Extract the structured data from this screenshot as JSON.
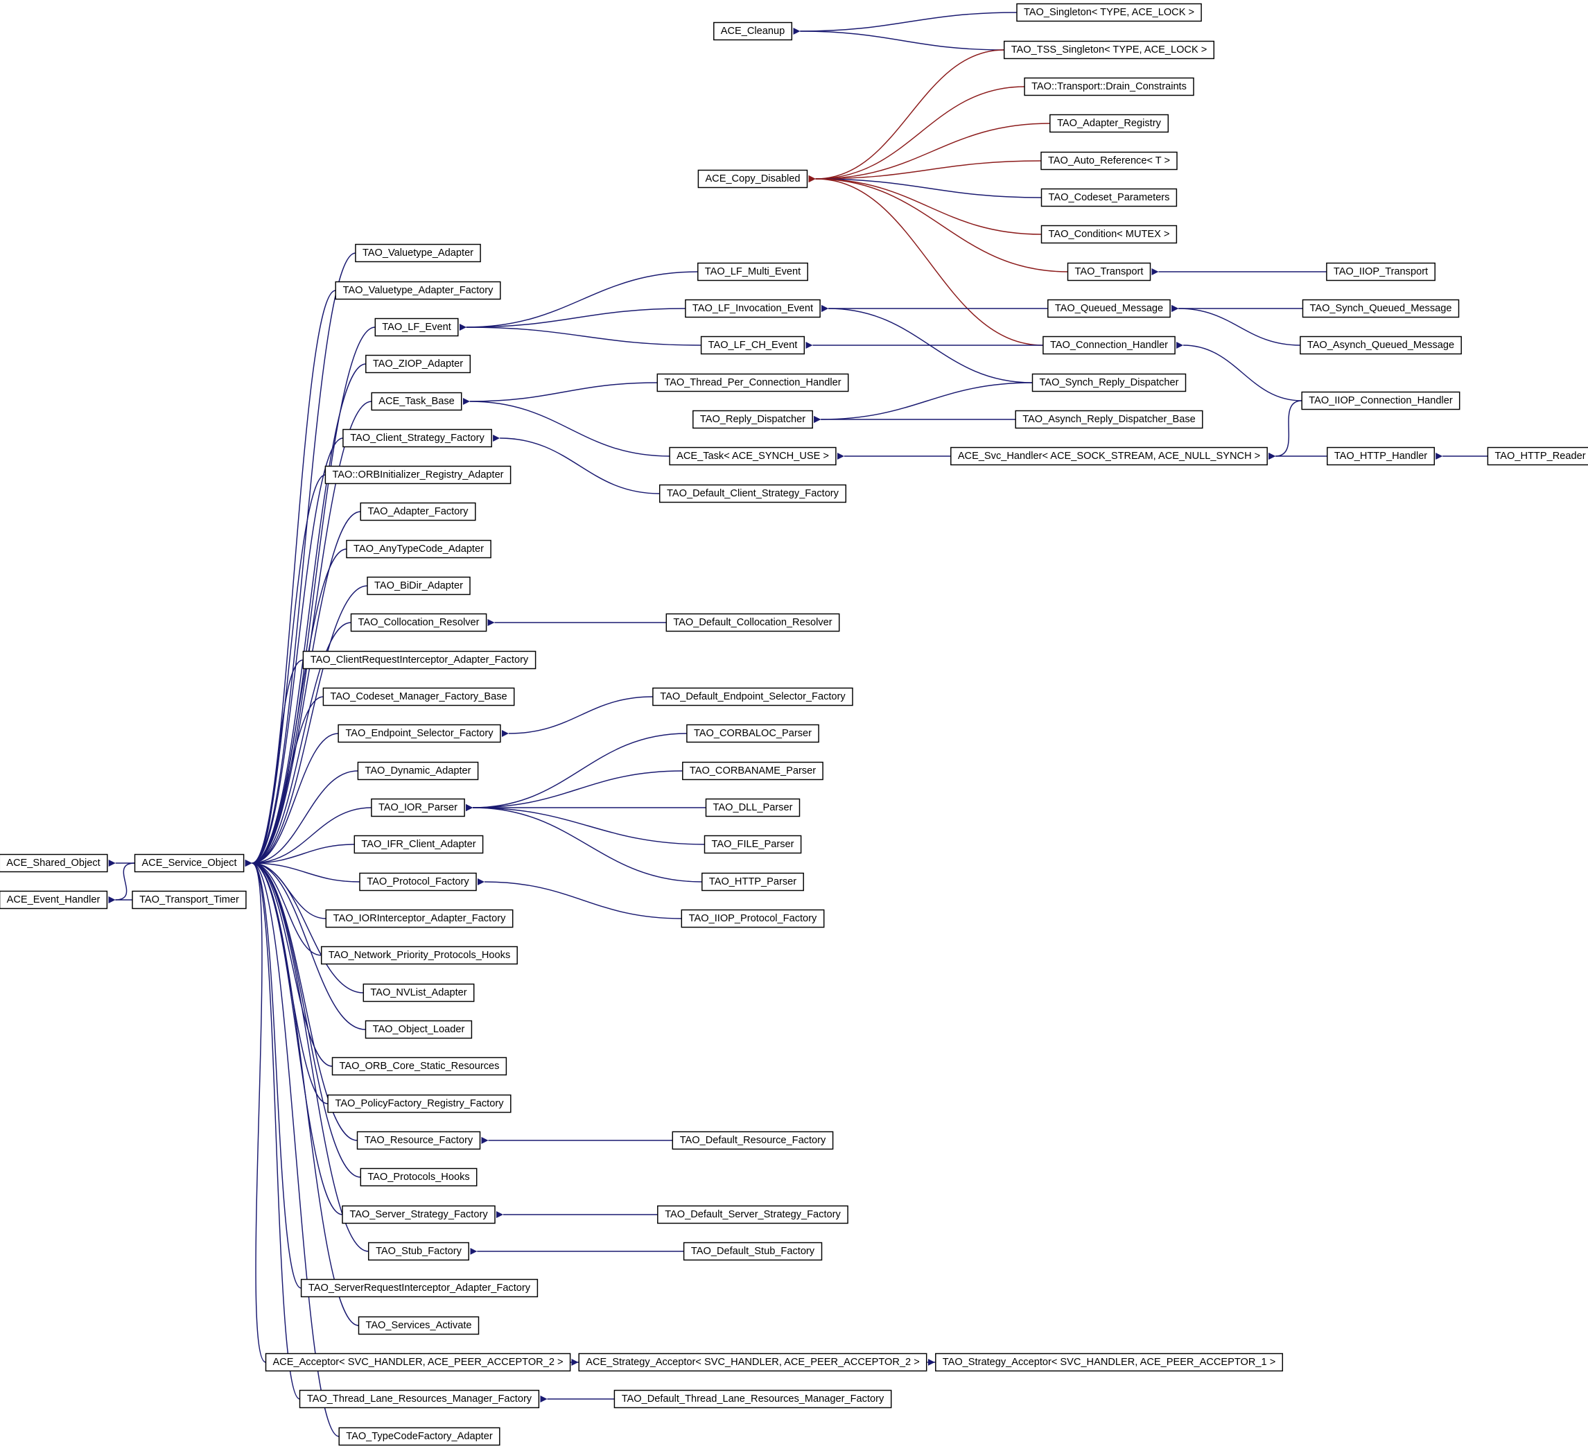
{
  "colors": {
    "inherit": "#191970",
    "friend": "#8b1a1a",
    "box_border": "#000000",
    "background": "#ffffff"
  },
  "nodes": [
    {
      "id": "ace_shared_object",
      "label": "ACE_Shared_Object"
    },
    {
      "id": "ace_event_handler",
      "label": "ACE_Event_Handler"
    },
    {
      "id": "ace_service_object",
      "label": "ACE_Service_Object"
    },
    {
      "id": "tao_transport_timer",
      "label": "TAO_Transport_Timer"
    },
    {
      "id": "tao_valuetype_adapter",
      "label": "TAO_Valuetype_Adapter"
    },
    {
      "id": "tao_valuetype_adapter_factory",
      "label": "TAO_Valuetype_Adapter_Factory"
    },
    {
      "id": "tao_lf_event",
      "label": "TAO_LF_Event"
    },
    {
      "id": "tao_ziop_adapter",
      "label": "TAO_ZIOP_Adapter"
    },
    {
      "id": "ace_task_base",
      "label": "ACE_Task_Base"
    },
    {
      "id": "tao_client_strategy_factory",
      "label": "TAO_Client_Strategy_Factory"
    },
    {
      "id": "tao_orbinitializer_registry_adapter",
      "label": "TAO::ORBInitializer_Registry_Adapter"
    },
    {
      "id": "tao_adapter_factory",
      "label": "TAO_Adapter_Factory"
    },
    {
      "id": "tao_anytypecode_adapter",
      "label": "TAO_AnyTypeCode_Adapter"
    },
    {
      "id": "tao_bidir_adapter",
      "label": "TAO_BiDir_Adapter"
    },
    {
      "id": "tao_collocation_resolver",
      "label": "TAO_Collocation_Resolver"
    },
    {
      "id": "tao_clientrequestinterceptor_adapter_factory",
      "label": "TAO_ClientRequestInterceptor_Adapter_Factory"
    },
    {
      "id": "tao_codeset_manager_factory_base",
      "label": "TAO_Codeset_Manager_Factory_Base"
    },
    {
      "id": "tao_endpoint_selector_factory",
      "label": "TAO_Endpoint_Selector_Factory"
    },
    {
      "id": "tao_dynamic_adapter",
      "label": "TAO_Dynamic_Adapter"
    },
    {
      "id": "tao_ior_parser",
      "label": "TAO_IOR_Parser"
    },
    {
      "id": "tao_ifr_client_adapter",
      "label": "TAO_IFR_Client_Adapter"
    },
    {
      "id": "tao_protocol_factory",
      "label": "TAO_Protocol_Factory"
    },
    {
      "id": "tao_iorinterceptor_adapter_factory",
      "label": "TAO_IORInterceptor_Adapter_Factory"
    },
    {
      "id": "tao_network_priority_protocols_hooks",
      "label": "TAO_Network_Priority_Protocols_Hooks"
    },
    {
      "id": "tao_nvlist_adapter",
      "label": "TAO_NVList_Adapter"
    },
    {
      "id": "tao_object_loader",
      "label": "TAO_Object_Loader"
    },
    {
      "id": "tao_orb_core_static_resources",
      "label": "TAO_ORB_Core_Static_Resources"
    },
    {
      "id": "tao_policyfactory_registry_factory",
      "label": "TAO_PolicyFactory_Registry_Factory"
    },
    {
      "id": "tao_resource_factory",
      "label": "TAO_Resource_Factory"
    },
    {
      "id": "tao_protocols_hooks",
      "label": "TAO_Protocols_Hooks"
    },
    {
      "id": "tao_server_strategy_factory",
      "label": "TAO_Server_Strategy_Factory"
    },
    {
      "id": "tao_stub_factory",
      "label": "TAO_Stub_Factory"
    },
    {
      "id": "tao_serverrequestinterceptor_adapter_factory",
      "label": "TAO_ServerRequestInterceptor_Adapter_Factory"
    },
    {
      "id": "tao_services_activate",
      "label": "TAO_Services_Activate"
    },
    {
      "id": "ace_acceptor",
      "label": "ACE_Acceptor< SVC_HANDLER, ACE_PEER_ACCEPTOR_2 >"
    },
    {
      "id": "tao_thread_lane_resources_manager_factory",
      "label": "TAO_Thread_Lane_Resources_Manager_Factory"
    },
    {
      "id": "tao_typecodefactory_adapter",
      "label": "TAO_TypeCodeFactory_Adapter"
    },
    {
      "id": "ace_cleanup",
      "label": "ACE_Cleanup"
    },
    {
      "id": "ace_copy_disabled",
      "label": "ACE_Copy_Disabled"
    },
    {
      "id": "tao_lf_multi_event",
      "label": "TAO_LF_Multi_Event"
    },
    {
      "id": "tao_lf_invocation_event",
      "label": "TAO_LF_Invocation_Event"
    },
    {
      "id": "tao_lf_ch_event",
      "label": "TAO_LF_CH_Event"
    },
    {
      "id": "tao_thread_per_connection_handler",
      "label": "TAO_Thread_Per_Connection_Handler"
    },
    {
      "id": "tao_reply_dispatcher",
      "label": "TAO_Reply_Dispatcher"
    },
    {
      "id": "ace_task",
      "label": "ACE_Task< ACE_SYNCH_USE >"
    },
    {
      "id": "tao_default_client_strategy_factory",
      "label": "TAO_Default_Client_Strategy_Factory"
    },
    {
      "id": "tao_default_collocation_resolver",
      "label": "TAO_Default_Collocation_Resolver"
    },
    {
      "id": "tao_default_endpoint_selector_factory",
      "label": "TAO_Default_Endpoint_Selector_Factory"
    },
    {
      "id": "tao_corbaloc_parser",
      "label": "TAO_CORBALOC_Parser"
    },
    {
      "id": "tao_corbaname_parser",
      "label": "TAO_CORBANAME_Parser"
    },
    {
      "id": "tao_dll_parser",
      "label": "TAO_DLL_Parser"
    },
    {
      "id": "tao_file_parser",
      "label": "TAO_FILE_Parser"
    },
    {
      "id": "tao_http_parser",
      "label": "TAO_HTTP_Parser"
    },
    {
      "id": "tao_iiop_protocol_factory",
      "label": "TAO_IIOP_Protocol_Factory"
    },
    {
      "id": "tao_default_resource_factory",
      "label": "TAO_Default_Resource_Factory"
    },
    {
      "id": "tao_default_server_strategy_factory",
      "label": "TAO_Default_Server_Strategy_Factory"
    },
    {
      "id": "tao_default_stub_factory",
      "label": "TAO_Default_Stub_Factory"
    },
    {
      "id": "ace_strategy_acceptor",
      "label": "ACE_Strategy_Acceptor< SVC_HANDLER, ACE_PEER_ACCEPTOR_2 >"
    },
    {
      "id": "tao_default_thread_lane_resources_manager_factory",
      "label": "TAO_Default_Thread_Lane_Resources_Manager_Factory"
    },
    {
      "id": "tao_singleton",
      "label": "TAO_Singleton< TYPE, ACE_LOCK >"
    },
    {
      "id": "tao_tss_singleton",
      "label": "TAO_TSS_Singleton< TYPE, ACE_LOCK >"
    },
    {
      "id": "tao_drain_constraints",
      "label": "TAO::Transport::Drain_Constraints"
    },
    {
      "id": "tao_adapter_registry",
      "label": "TAO_Adapter_Registry"
    },
    {
      "id": "tao_auto_reference",
      "label": "TAO_Auto_Reference< T >"
    },
    {
      "id": "tao_codeset_parameters",
      "label": "TAO_Codeset_Parameters"
    },
    {
      "id": "tao_condition",
      "label": "TAO_Condition< MUTEX >"
    },
    {
      "id": "tao_transport",
      "label": "TAO_Transport"
    },
    {
      "id": "tao_queued_message",
      "label": "TAO_Queued_Message"
    },
    {
      "id": "tao_connection_handler",
      "label": "TAO_Connection_Handler"
    },
    {
      "id": "tao_synch_reply_dispatcher",
      "label": "TAO_Synch_Reply_Dispatcher"
    },
    {
      "id": "tao_asynch_reply_dispatcher_base",
      "label": "TAO_Asynch_Reply_Dispatcher_Base"
    },
    {
      "id": "ace_svc_handler",
      "label": "ACE_Svc_Handler< ACE_SOCK_STREAM, ACE_NULL_SYNCH >"
    },
    {
      "id": "tao_strategy_acceptor",
      "label": "TAO_Strategy_Acceptor< SVC_HANDLER, ACE_PEER_ACCEPTOR_1 >"
    },
    {
      "id": "tao_iiop_transport",
      "label": "TAO_IIOP_Transport"
    },
    {
      "id": "tao_synch_queued_message",
      "label": "TAO_Synch_Queued_Message"
    },
    {
      "id": "tao_asynch_queued_message",
      "label": "TAO_Asynch_Queued_Message"
    },
    {
      "id": "tao_iiop_connection_handler",
      "label": "TAO_IIOP_Connection_Handler"
    },
    {
      "id": "tao_http_handler",
      "label": "TAO_HTTP_Handler"
    },
    {
      "id": "tao_http_reader",
      "label": "TAO_HTTP_Reader"
    }
  ],
  "edges": [
    {
      "from": "ace_shared_object",
      "to": "ace_service_object",
      "kind": "inherit"
    },
    {
      "from": "ace_event_handler",
      "to": "ace_service_object",
      "kind": "inherit"
    },
    {
      "from": "ace_event_handler",
      "to": "tao_transport_timer",
      "kind": "inherit"
    },
    {
      "from": "ace_service_object",
      "to": "tao_valuetype_adapter",
      "kind": "inherit"
    },
    {
      "from": "ace_service_object",
      "to": "tao_valuetype_adapter_factory",
      "kind": "inherit"
    },
    {
      "from": "ace_service_object",
      "to": "tao_lf_event",
      "kind": "inherit"
    },
    {
      "from": "ace_service_object",
      "to": "tao_ziop_adapter",
      "kind": "inherit"
    },
    {
      "from": "ace_service_object",
      "to": "ace_task_base",
      "kind": "inherit"
    },
    {
      "from": "ace_service_object",
      "to": "tao_client_strategy_factory",
      "kind": "inherit"
    },
    {
      "from": "ace_service_object",
      "to": "tao_orbinitializer_registry_adapter",
      "kind": "inherit"
    },
    {
      "from": "ace_service_object",
      "to": "tao_adapter_factory",
      "kind": "inherit"
    },
    {
      "from": "ace_service_object",
      "to": "tao_anytypecode_adapter",
      "kind": "inherit"
    },
    {
      "from": "ace_service_object",
      "to": "tao_bidir_adapter",
      "kind": "inherit"
    },
    {
      "from": "ace_service_object",
      "to": "tao_collocation_resolver",
      "kind": "inherit"
    },
    {
      "from": "ace_service_object",
      "to": "tao_clientrequestinterceptor_adapter_factory",
      "kind": "inherit"
    },
    {
      "from": "ace_service_object",
      "to": "tao_codeset_manager_factory_base",
      "kind": "inherit"
    },
    {
      "from": "ace_service_object",
      "to": "tao_endpoint_selector_factory",
      "kind": "inherit"
    },
    {
      "from": "ace_service_object",
      "to": "tao_dynamic_adapter",
      "kind": "inherit"
    },
    {
      "from": "ace_service_object",
      "to": "tao_ior_parser",
      "kind": "inherit"
    },
    {
      "from": "ace_service_object",
      "to": "tao_ifr_client_adapter",
      "kind": "inherit"
    },
    {
      "from": "ace_service_object",
      "to": "tao_protocol_factory",
      "kind": "inherit"
    },
    {
      "from": "ace_service_object",
      "to": "tao_iorinterceptor_adapter_factory",
      "kind": "inherit"
    },
    {
      "from": "ace_service_object",
      "to": "tao_network_priority_protocols_hooks",
      "kind": "inherit"
    },
    {
      "from": "ace_service_object",
      "to": "tao_nvlist_adapter",
      "kind": "inherit"
    },
    {
      "from": "ace_service_object",
      "to": "tao_object_loader",
      "kind": "inherit"
    },
    {
      "from": "ace_service_object",
      "to": "tao_orb_core_static_resources",
      "kind": "inherit"
    },
    {
      "from": "ace_service_object",
      "to": "tao_policyfactory_registry_factory",
      "kind": "inherit"
    },
    {
      "from": "ace_service_object",
      "to": "tao_resource_factory",
      "kind": "inherit"
    },
    {
      "from": "ace_service_object",
      "to": "tao_protocols_hooks",
      "kind": "inherit"
    },
    {
      "from": "ace_service_object",
      "to": "tao_server_strategy_factory",
      "kind": "inherit"
    },
    {
      "from": "ace_service_object",
      "to": "tao_stub_factory",
      "kind": "inherit"
    },
    {
      "from": "ace_service_object",
      "to": "tao_serverrequestinterceptor_adapter_factory",
      "kind": "inherit"
    },
    {
      "from": "ace_service_object",
      "to": "tao_services_activate",
      "kind": "inherit"
    },
    {
      "from": "ace_service_object",
      "to": "ace_acceptor",
      "kind": "inherit"
    },
    {
      "from": "ace_service_object",
      "to": "tao_thread_lane_resources_manager_factory",
      "kind": "inherit"
    },
    {
      "from": "ace_service_object",
      "to": "tao_typecodefactory_adapter",
      "kind": "inherit"
    },
    {
      "from": "tao_lf_event",
      "to": "tao_lf_multi_event",
      "kind": "inherit"
    },
    {
      "from": "tao_lf_event",
      "to": "tao_lf_invocation_event",
      "kind": "inherit"
    },
    {
      "from": "tao_lf_event",
      "to": "tao_lf_ch_event",
      "kind": "inherit"
    },
    {
      "from": "ace_task_base",
      "to": "tao_thread_per_connection_handler",
      "kind": "inherit"
    },
    {
      "from": "ace_task_base",
      "to": "ace_task",
      "kind": "inherit"
    },
    {
      "from": "tao_client_strategy_factory",
      "to": "tao_default_client_strategy_factory",
      "kind": "inherit"
    },
    {
      "from": "tao_collocation_resolver",
      "to": "tao_default_collocation_resolver",
      "kind": "inherit"
    },
    {
      "from": "tao_endpoint_selector_factory",
      "to": "tao_default_endpoint_selector_factory",
      "kind": "inherit"
    },
    {
      "from": "tao_ior_parser",
      "to": "tao_corbaloc_parser",
      "kind": "inherit"
    },
    {
      "from": "tao_ior_parser",
      "to": "tao_corbaname_parser",
      "kind": "inherit"
    },
    {
      "from": "tao_ior_parser",
      "to": "tao_dll_parser",
      "kind": "inherit"
    },
    {
      "from": "tao_ior_parser",
      "to": "tao_file_parser",
      "kind": "inherit"
    },
    {
      "from": "tao_ior_parser",
      "to": "tao_http_parser",
      "kind": "inherit"
    },
    {
      "from": "tao_protocol_factory",
      "to": "tao_iiop_protocol_factory",
      "kind": "inherit"
    },
    {
      "from": "tao_resource_factory",
      "to": "tao_default_resource_factory",
      "kind": "inherit"
    },
    {
      "from": "tao_server_strategy_factory",
      "to": "tao_default_server_strategy_factory",
      "kind": "inherit"
    },
    {
      "from": "tao_stub_factory",
      "to": "tao_default_stub_factory",
      "kind": "inherit"
    },
    {
      "from": "ace_acceptor",
      "to": "ace_strategy_acceptor",
      "kind": "inherit"
    },
    {
      "from": "tao_thread_lane_resources_manager_factory",
      "to": "tao_default_thread_lane_resources_manager_factory",
      "kind": "inherit"
    },
    {
      "from": "ace_cleanup",
      "to": "tao_singleton",
      "kind": "inherit"
    },
    {
      "from": "ace_cleanup",
      "to": "tao_tss_singleton",
      "kind": "inherit"
    },
    {
      "from": "ace_copy_disabled",
      "to": "tao_tss_singleton",
      "kind": "friend"
    },
    {
      "from": "ace_copy_disabled",
      "to": "tao_drain_constraints",
      "kind": "friend"
    },
    {
      "from": "ace_copy_disabled",
      "to": "tao_adapter_registry",
      "kind": "friend"
    },
    {
      "from": "ace_copy_disabled",
      "to": "tao_auto_reference",
      "kind": "friend"
    },
    {
      "from": "ace_copy_disabled",
      "to": "tao_codeset_parameters",
      "kind": "inherit"
    },
    {
      "from": "ace_copy_disabled",
      "to": "tao_condition",
      "kind": "friend"
    },
    {
      "from": "ace_copy_disabled",
      "to": "tao_transport",
      "kind": "friend"
    },
    {
      "from": "ace_copy_disabled",
      "to": "tao_connection_handler",
      "kind": "friend"
    },
    {
      "from": "tao_lf_invocation_event",
      "to": "tao_queued_message",
      "kind": "inherit"
    },
    {
      "from": "tao_lf_invocation_event",
      "to": "tao_synch_reply_dispatcher",
      "kind": "inherit"
    },
    {
      "from": "tao_lf_ch_event",
      "to": "tao_connection_handler",
      "kind": "inherit"
    },
    {
      "from": "tao_reply_dispatcher",
      "to": "tao_synch_reply_dispatcher",
      "kind": "inherit"
    },
    {
      "from": "tao_reply_dispatcher",
      "to": "tao_asynch_reply_dispatcher_base",
      "kind": "inherit"
    },
    {
      "from": "ace_task",
      "to": "ace_svc_handler",
      "kind": "inherit"
    },
    {
      "from": "ace_strategy_acceptor",
      "to": "tao_strategy_acceptor",
      "kind": "inherit"
    },
    {
      "from": "tao_transport",
      "to": "tao_iiop_transport",
      "kind": "inherit"
    },
    {
      "from": "tao_queued_message",
      "to": "tao_synch_queued_message",
      "kind": "inherit"
    },
    {
      "from": "tao_queued_message",
      "to": "tao_asynch_queued_message",
      "kind": "inherit"
    },
    {
      "from": "tao_connection_handler",
      "to": "tao_iiop_connection_handler",
      "kind": "inherit"
    },
    {
      "from": "ace_svc_handler",
      "to": "tao_iiop_connection_handler",
      "kind": "inherit"
    },
    {
      "from": "ace_svc_handler",
      "to": "tao_http_handler",
      "kind": "inherit"
    },
    {
      "from": "tao_http_handler",
      "to": "tao_http_reader",
      "kind": "inherit"
    }
  ]
}
